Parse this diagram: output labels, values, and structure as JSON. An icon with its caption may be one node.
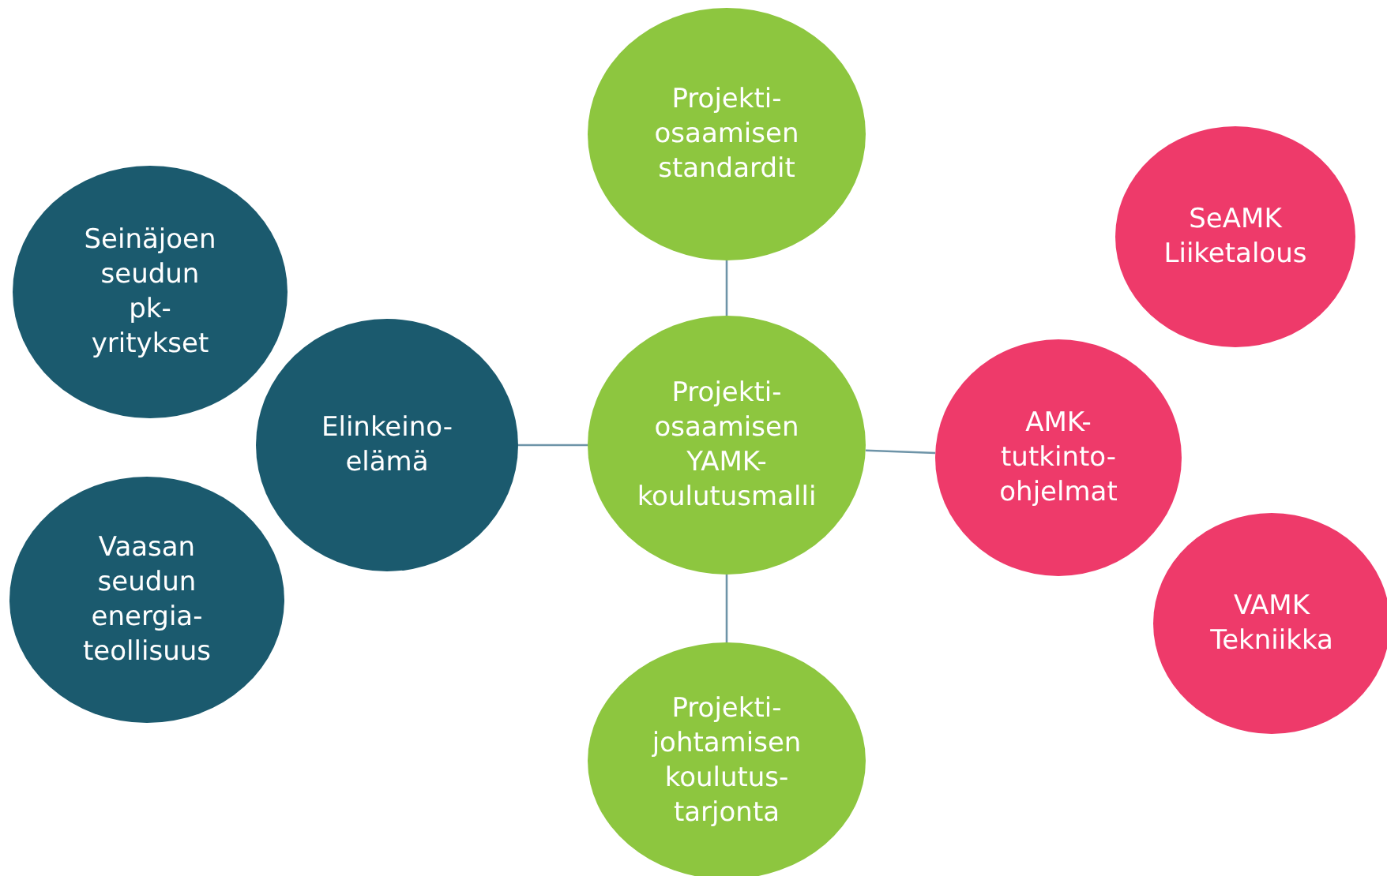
{
  "diagram": {
    "nodes": [
      {
        "text": [
          "Projekti- osaamisen standardit"
        ]
      },
      {
        "text": [
          "SeAMK Liiketalous"
        ]
      },
      {
        "text": [
          "Seinäjoen seudun pk- yritykset"
        ]
      },
      {
        "text": [
          "Elinkeino- elämä"
        ]
      },
      {
        "text": [
          "Projekti- osaamisen YAMK- koulutusmalli"
        ]
      },
      {
        "text": [
          "AMK- tutkinto- ohjelmat"
        ]
      },
      {
        "text": [
          "Vaasan seudun energia- teollisuus"
        ]
      },
      {
        "text": [
          "VAMK Tekniikka"
        ]
      },
      {
        "text": [
          "Projekti- johtamisen koulutus- tarjonta"
        ]
      }
    ],
    "edges": [
      {
        "from": 0,
        "to": 4,
        "arrow": "none"
      },
      {
        "from": 3,
        "to": 4,
        "arrow": "none"
      },
      {
        "from": 4,
        "to": 5,
        "arrow": "none"
      },
      {
        "from": 4,
        "to": 8,
        "arrow": "none"
      }
    ]
  }
}
